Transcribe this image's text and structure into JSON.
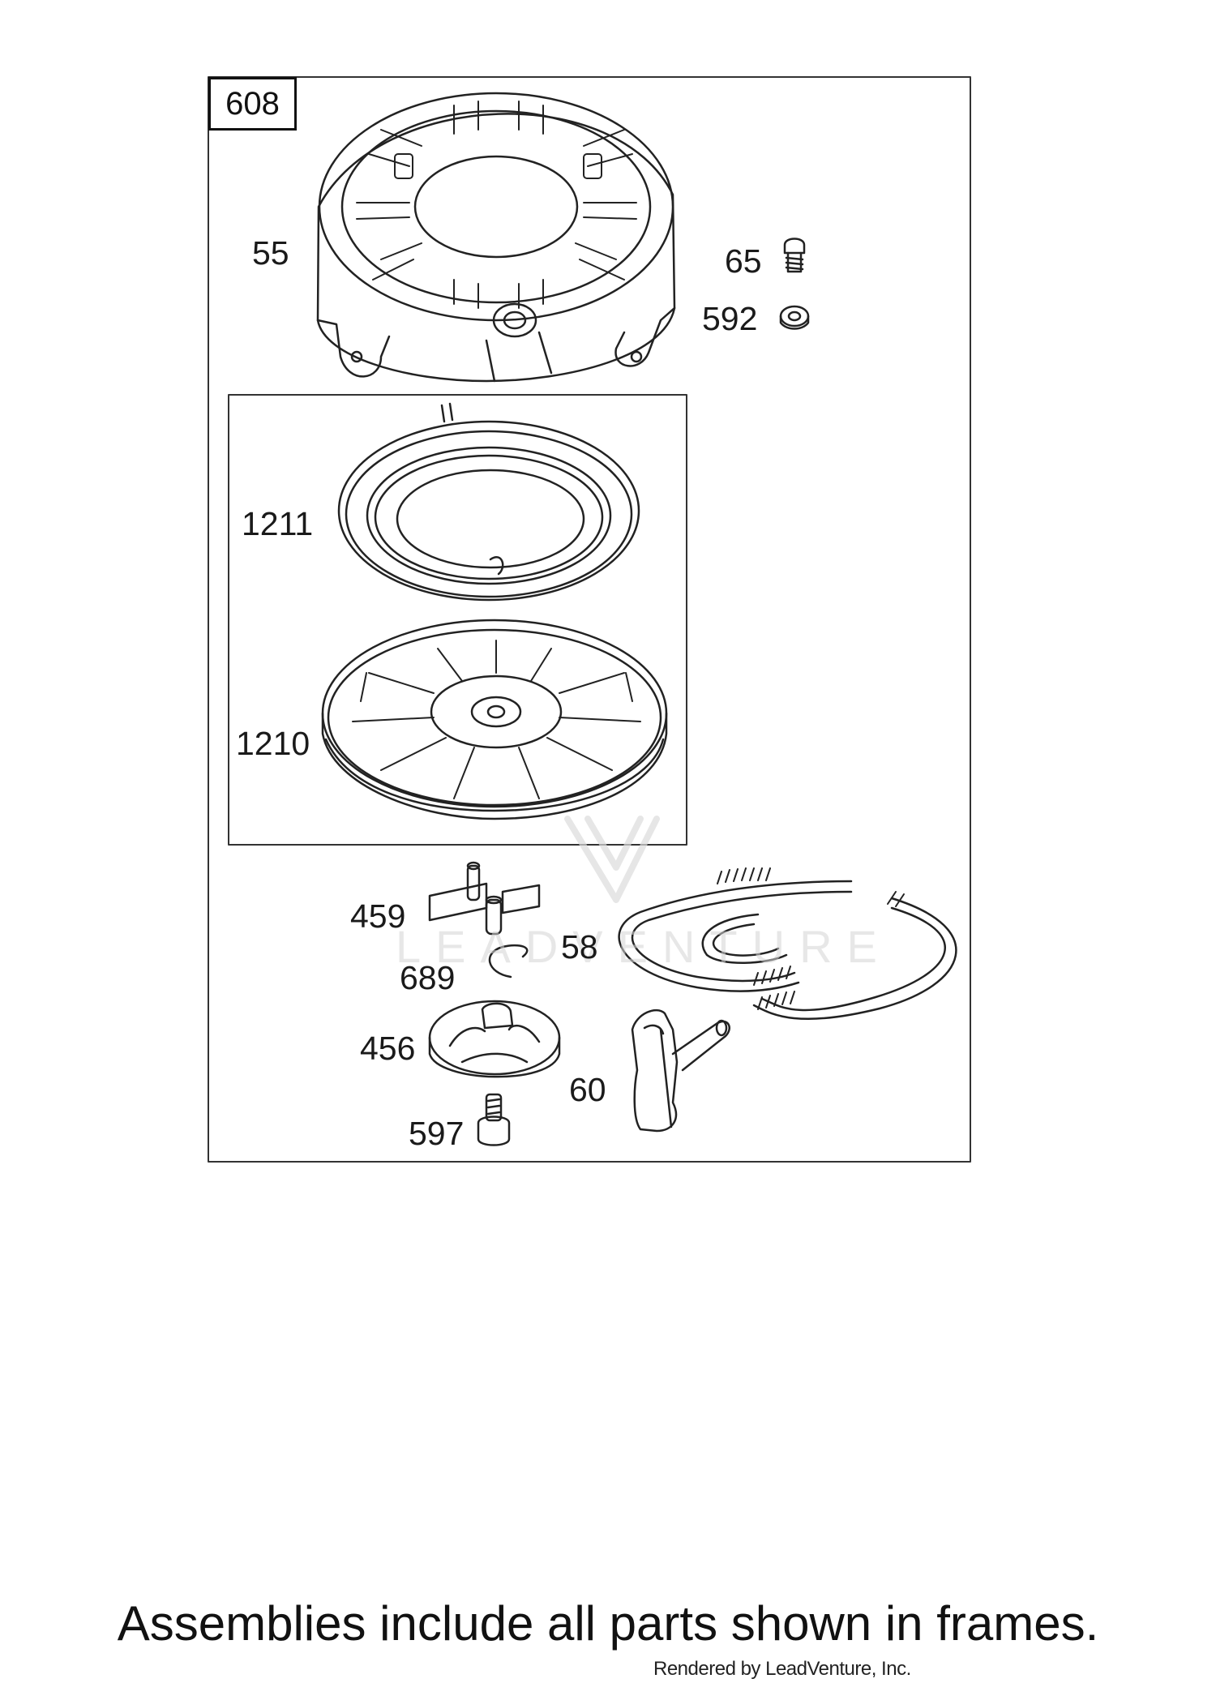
{
  "diagram": {
    "frame_label": "608",
    "parts": [
      {
        "id": "p55",
        "number": "55"
      },
      {
        "id": "p65",
        "number": "65"
      },
      {
        "id": "p592",
        "number": "592"
      },
      {
        "id": "p1211",
        "number": "1211"
      },
      {
        "id": "p1210",
        "number": "1210"
      },
      {
        "id": "p459",
        "number": "459"
      },
      {
        "id": "p58",
        "number": "58"
      },
      {
        "id": "p689",
        "number": "689"
      },
      {
        "id": "p456",
        "number": "456"
      },
      {
        "id": "p60",
        "number": "60"
      },
      {
        "id": "p597",
        "number": "597"
      }
    ],
    "watermark": "LEADVENTURE"
  },
  "footer": {
    "note": "Assemblies include all parts shown in frames.",
    "credit": "Rendered by LeadVenture, Inc."
  }
}
